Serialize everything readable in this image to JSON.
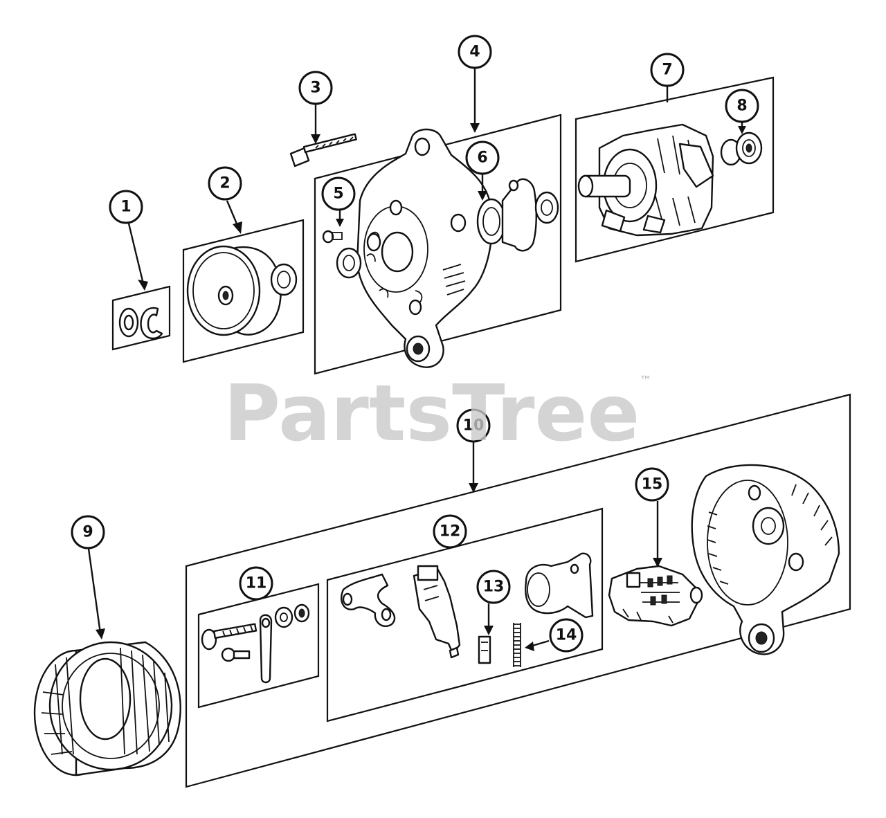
{
  "watermark": {
    "brand": "PartsTree",
    "tm": "™"
  },
  "callouts": [
    {
      "id": "c1",
      "label": "1"
    },
    {
      "id": "c2",
      "label": "2"
    },
    {
      "id": "c3",
      "label": "3"
    },
    {
      "id": "c4",
      "label": "4"
    },
    {
      "id": "c5",
      "label": "5"
    },
    {
      "id": "c6",
      "label": "6"
    },
    {
      "id": "c7",
      "label": "7"
    },
    {
      "id": "c8",
      "label": "8"
    },
    {
      "id": "c9",
      "label": "9"
    },
    {
      "id": "c10",
      "label": "10"
    },
    {
      "id": "c11",
      "label": "11"
    },
    {
      "id": "c12",
      "label": "12"
    },
    {
      "id": "c13",
      "label": "13"
    },
    {
      "id": "c14",
      "label": "14"
    },
    {
      "id": "c15",
      "label": "15"
    }
  ]
}
